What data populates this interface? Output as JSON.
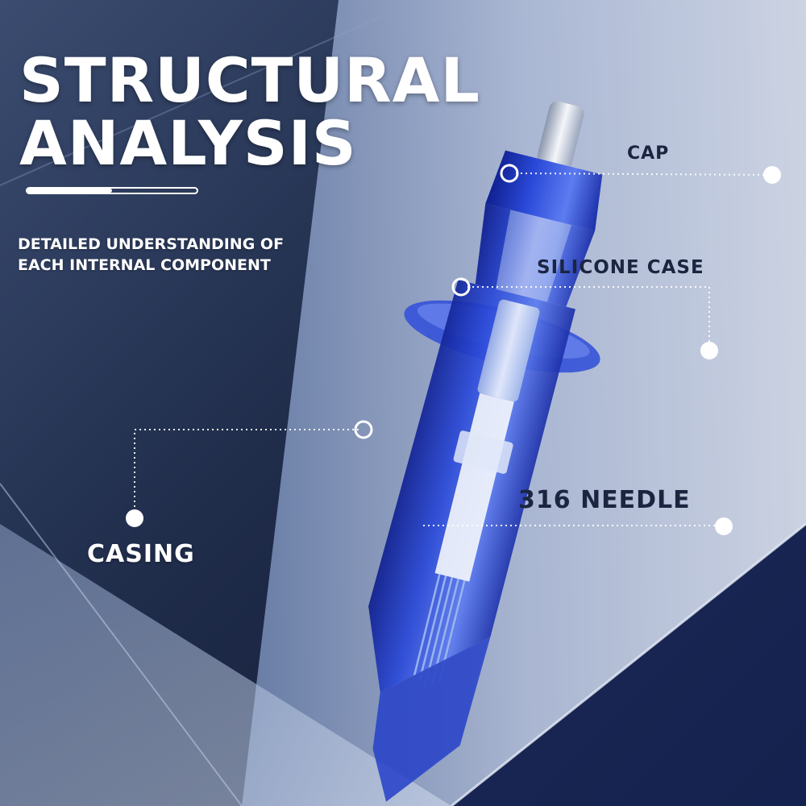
{
  "heading": {
    "line1": "STRUCTURAL",
    "line2": "ANALYSIS"
  },
  "progress": {
    "fraction": 0.5
  },
  "subtitle": {
    "line1": "DETAILED UNDERSTANDING OF",
    "line2": "EACH INTERNAL COMPONENT"
  },
  "callouts": {
    "cap": "CAP",
    "silicone_case": "SILICONE CASE",
    "needle": "316 NEEDLE",
    "casing": "CASING"
  },
  "colors": {
    "cartridge_blue": "#2a49d8",
    "label_dark": "#1c2540",
    "text_light": "#ffffff"
  }
}
